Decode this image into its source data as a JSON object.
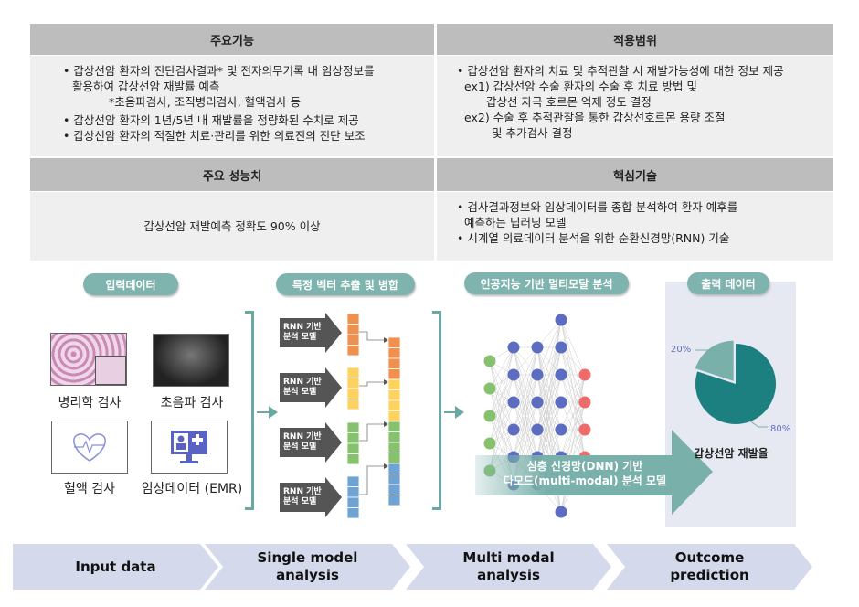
{
  "table": {
    "main_function": {
      "title": "주요기능",
      "items": [
        "• 갑상선암 환자의 진단검사결과* 및 전자의무기록 내 임상정보를",
        "활용하여 갑상선암 재발률 예측",
        "*초음파검사, 조직병리검사, 혈액검사 등",
        "• 갑상선암 환자의 1년/5년 내 재발률을 정량화된 수치로 제공",
        "• 갑상선암 환자의 적절한 치료·관리를 위한 의료진의 진단 보조"
      ]
    },
    "scope": {
      "title": "적용범위",
      "items": [
        "• 갑상선암 환자의 치료 및 추적관찰 시 재발가능성에 대한 정보 제공",
        "ex1) 갑상선암 수술 환자의 수술 후 치료 방법 및",
        "갑상선 자극 호르몬 억제 정도 결정",
        "ex2)  수술 후 추적관찰을 통한 갑상선호르몬 용량 조절",
        "및 추가검사 결정"
      ]
    },
    "performance": {
      "title": "주요 성능치",
      "text": "갑상선암 재발예측 정확도 90% 이상"
    },
    "core_tech": {
      "title": "핵심기술",
      "items": [
        "• 검사결과정보와 임상데이터를 종합 분석하여 환자 예후를",
        "예측하는 딥러닝 모델",
        "• 시계열 의료데이터 분석을 위한 순환신경망(RNN) 기술"
      ]
    }
  },
  "diagram": {
    "pills": [
      "입력데이터",
      "특정 벡터 추출 및 병합",
      "인공지능 기반 멀티모달 분석",
      "출력 데이터"
    ],
    "inputs": [
      "병리학 검사",
      "초음파 검사",
      "혈액 검사",
      "임상데이터 (EMR)"
    ],
    "rnn_label_1": "RNN 기반",
    "rnn_label_2": "분석 모델",
    "vector_colors": [
      "#f0904f",
      "#fdd25e",
      "#86c16e",
      "#6fa3d3"
    ],
    "dnn_label_1": "심층 신경망(DNN) 기반",
    "dnn_label_2": "다모드(multi-modal) 분석 모델",
    "output": {
      "pie": [
        {
          "label": "20%",
          "value": 20,
          "color": "#7ab0aa"
        },
        {
          "label": "80%",
          "value": 80,
          "color": "#1d8080"
        }
      ],
      "caption": "갑상선암 재발율"
    }
  },
  "stages": [
    "Input data",
    "Single model\nanalysis",
    "Multi modal\nanalysis",
    "Outcome\nprediction"
  ]
}
